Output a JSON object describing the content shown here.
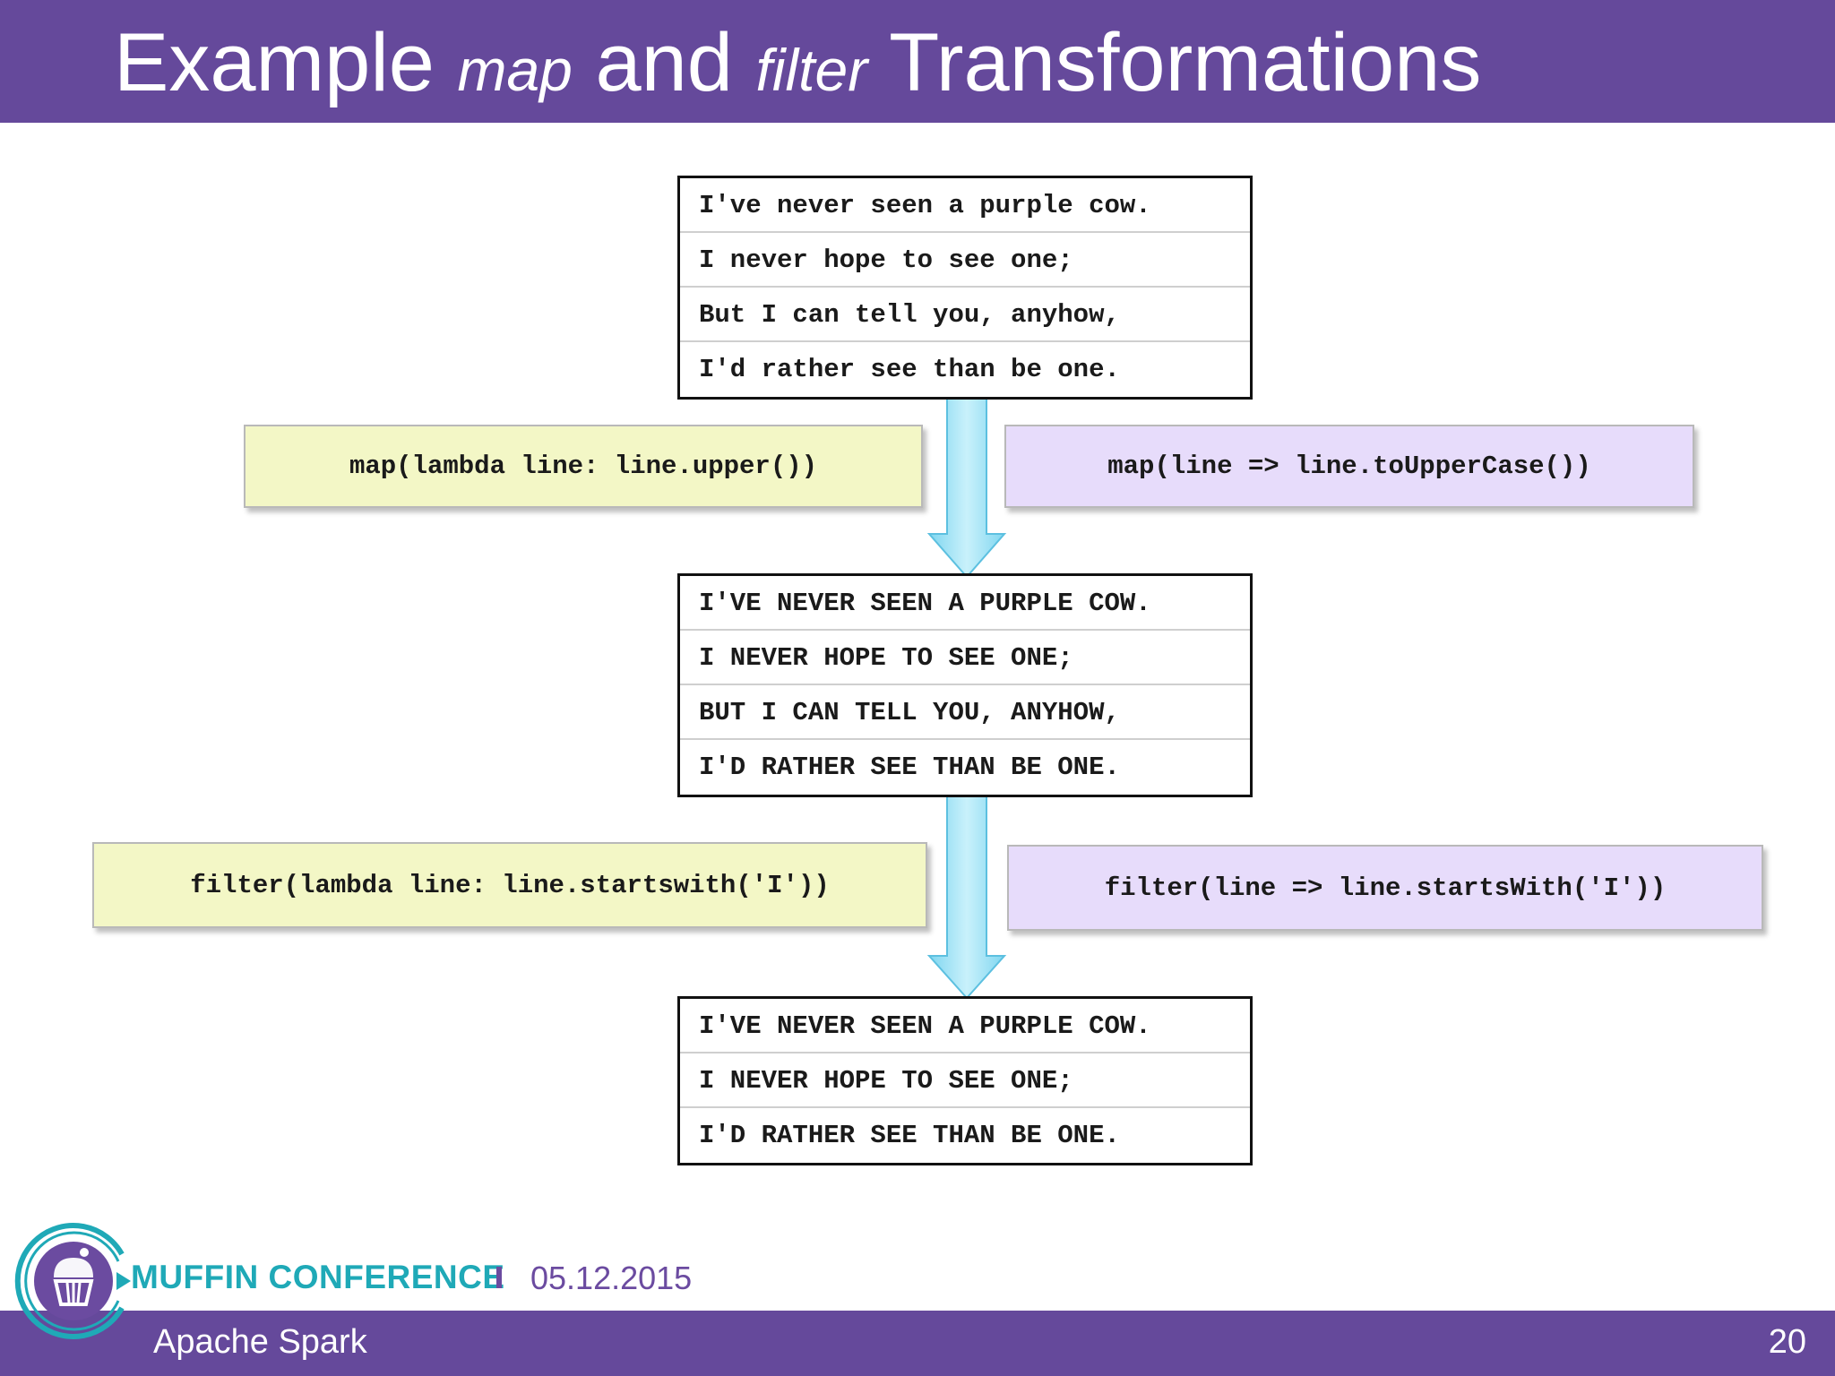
{
  "slide": {
    "title": {
      "part1": "Example ",
      "part2": "map",
      "part3": " and ",
      "part4": "filter",
      "part5": " Transformations"
    },
    "footer_title": "Apache Spark",
    "page_number": "20",
    "conference": "MUFFIN CONFERENCE",
    "date": "05.12.2015"
  },
  "colors": {
    "bar": "#65499b",
    "conference_teal": "#1fa9b7",
    "python_box": "#f3f7c6",
    "scala_box": "#e7dcfb",
    "arrow": "#9ee4f7"
  },
  "diagram": {
    "input_lines": [
      "I've never seen a purple cow.",
      "I never hope to see one;",
      "But I can tell you, anyhow,",
      "I'd rather see than be one."
    ],
    "map_python": "map(lambda line: line.upper())",
    "map_scala": "map(line => line.toUpperCase())",
    "mapped_lines": [
      "I'VE NEVER SEEN A PURPLE COW.",
      "I NEVER HOPE TO SEE ONE;",
      "BUT I CAN TELL YOU, ANYHOW,",
      "I'D RATHER SEE THAN BE ONE."
    ],
    "filter_python": "filter(lambda line: line.startswith('I'))",
    "filter_scala": "filter(line => line.startsWith('I'))",
    "filtered_lines": [
      "I'VE NEVER SEEN A PURPLE COW.",
      "I NEVER HOPE TO SEE ONE;",
      "I'D RATHER SEE THAN BE ONE."
    ]
  }
}
